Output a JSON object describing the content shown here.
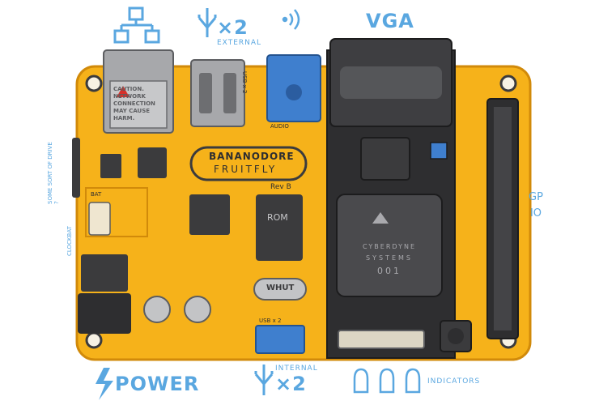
{
  "labels": {
    "vga": "VGA",
    "usb_external_count": "×2",
    "usb_external_note": "EXTERNAL",
    "usb_internal_count": "×2",
    "usb_internal_note": "INTERNAL",
    "power": "POWER",
    "indicators": "INDICATORS",
    "gpio": "GPIO",
    "some_sort_of_drive": "SOME SORT OF DRIVE ?",
    "clockbat": "CLOCKBAT"
  },
  "board": {
    "brand_line1": "BANANODORE",
    "brand_line2": "FRUITFLY",
    "revision": "Rev B",
    "caution_text": "CAUTION. NETWORK CONNECTION MAY CAUSE HARM.",
    "rom_label": "ROM",
    "crystal_label": "WHUT",
    "bat_label": "BAT",
    "usb_side_label": "USB x 2",
    "usb_bottom_label": "USB x 2",
    "audio_label": "AUDIO",
    "cpu_line1": "CYBERDYNE",
    "cpu_line2": "SYSTEMS",
    "cpu_line3": "001"
  },
  "colors": {
    "board": "#f6b21a",
    "board_edge": "#d18a0a",
    "label_blue": "#5aa7e0",
    "chip_dark": "#3b3b3d",
    "dark_panel": "#2e2e30",
    "connector_blue": "#3f7fce"
  },
  "icons": [
    "network-icon",
    "usb-icon",
    "wireless-icon",
    "lightning-icon",
    "led-icon"
  ]
}
